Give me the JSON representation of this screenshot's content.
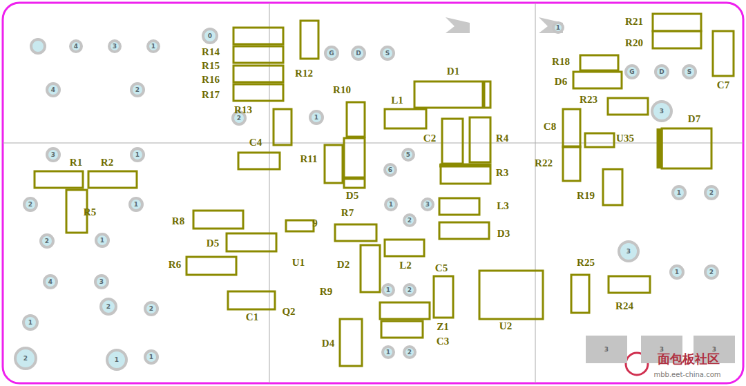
{
  "diagram": {
    "nodes": [
      {
        "text": [
          "4"
        ]
      },
      {
        "text": [
          "3"
        ]
      },
      {
        "text": [
          "1"
        ]
      },
      {
        "text": [
          "0"
        ]
      },
      {
        "text": [
          "G"
        ]
      },
      {
        "text": [
          "D"
        ]
      },
      {
        "text": [
          "S"
        ]
      },
      {
        "text": [
          "1"
        ]
      },
      {
        "text": [
          "G"
        ]
      },
      {
        "text": [
          "D"
        ]
      },
      {
        "text": [
          "S"
        ]
      },
      {
        "text": [
          "4"
        ]
      },
      {
        "text": [
          "2"
        ]
      },
      {
        "text": [
          "3"
        ]
      },
      {
        "text": [
          "2"
        ]
      },
      {
        "text": [
          "1"
        ]
      },
      {
        "text": [
          "3"
        ]
      },
      {
        "text": [
          "1"
        ]
      },
      {
        "text": [
          "5"
        ]
      },
      {
        "text": [
          "6"
        ]
      },
      {
        "text": [
          "1"
        ]
      },
      {
        "text": [
          "2"
        ]
      },
      {
        "text": [
          "2"
        ]
      },
      {
        "text": [
          "1"
        ]
      },
      {
        "text": [
          "1"
        ]
      },
      {
        "text": [
          "3"
        ]
      },
      {
        "text": [
          "2"
        ]
      },
      {
        "text": [
          "2"
        ]
      },
      {
        "text": [
          "1"
        ]
      },
      {
        "text": [
          "3"
        ]
      },
      {
        "text": [
          "1"
        ]
      },
      {
        "text": [
          "2"
        ]
      },
      {
        "text": [
          "4"
        ]
      },
      {
        "text": [
          "3"
        ]
      },
      {
        "text": [
          "1"
        ]
      },
      {
        "text": [
          "2"
        ]
      },
      {
        "text": [
          "2"
        ]
      },
      {
        "text": [
          "2"
        ]
      },
      {
        "text": [
          "1"
        ]
      },
      {
        "text": [
          "1"
        ]
      },
      {
        "text": [
          "2"
        ]
      },
      {
        "text": [
          "2"
        ]
      },
      {
        "text": [
          "1"
        ]
      },
      {
        "text": [
          "1"
        ]
      },
      {
        "text": [
          "3"
        ]
      },
      {
        "text": [
          "3"
        ]
      },
      {
        "text": [
          "3"
        ]
      }
    ],
    "labels": [
      "R21",
      "R20",
      "R18",
      "D6",
      "R23",
      "C8",
      "U35",
      "R22",
      "R19",
      "D7",
      "C7",
      "R14",
      "R15",
      "R16",
      "R17",
      "R13",
      "R12",
      "R10",
      "D1",
      "L1",
      "C2",
      "R4",
      "R3",
      "C4",
      "R11",
      "D5",
      "R1",
      "R2",
      "R5",
      "R8",
      "D5",
      "R6",
      "R7",
      "U1",
      "9",
      "L2",
      "C5",
      "L3",
      "D3",
      "D2",
      "R9",
      "Q2",
      "C1",
      "Z1",
      "C3",
      "D4",
      "U2",
      "R25",
      "R24",
      "面包板社区",
      "mbb.eet-china.com"
    ]
  }
}
